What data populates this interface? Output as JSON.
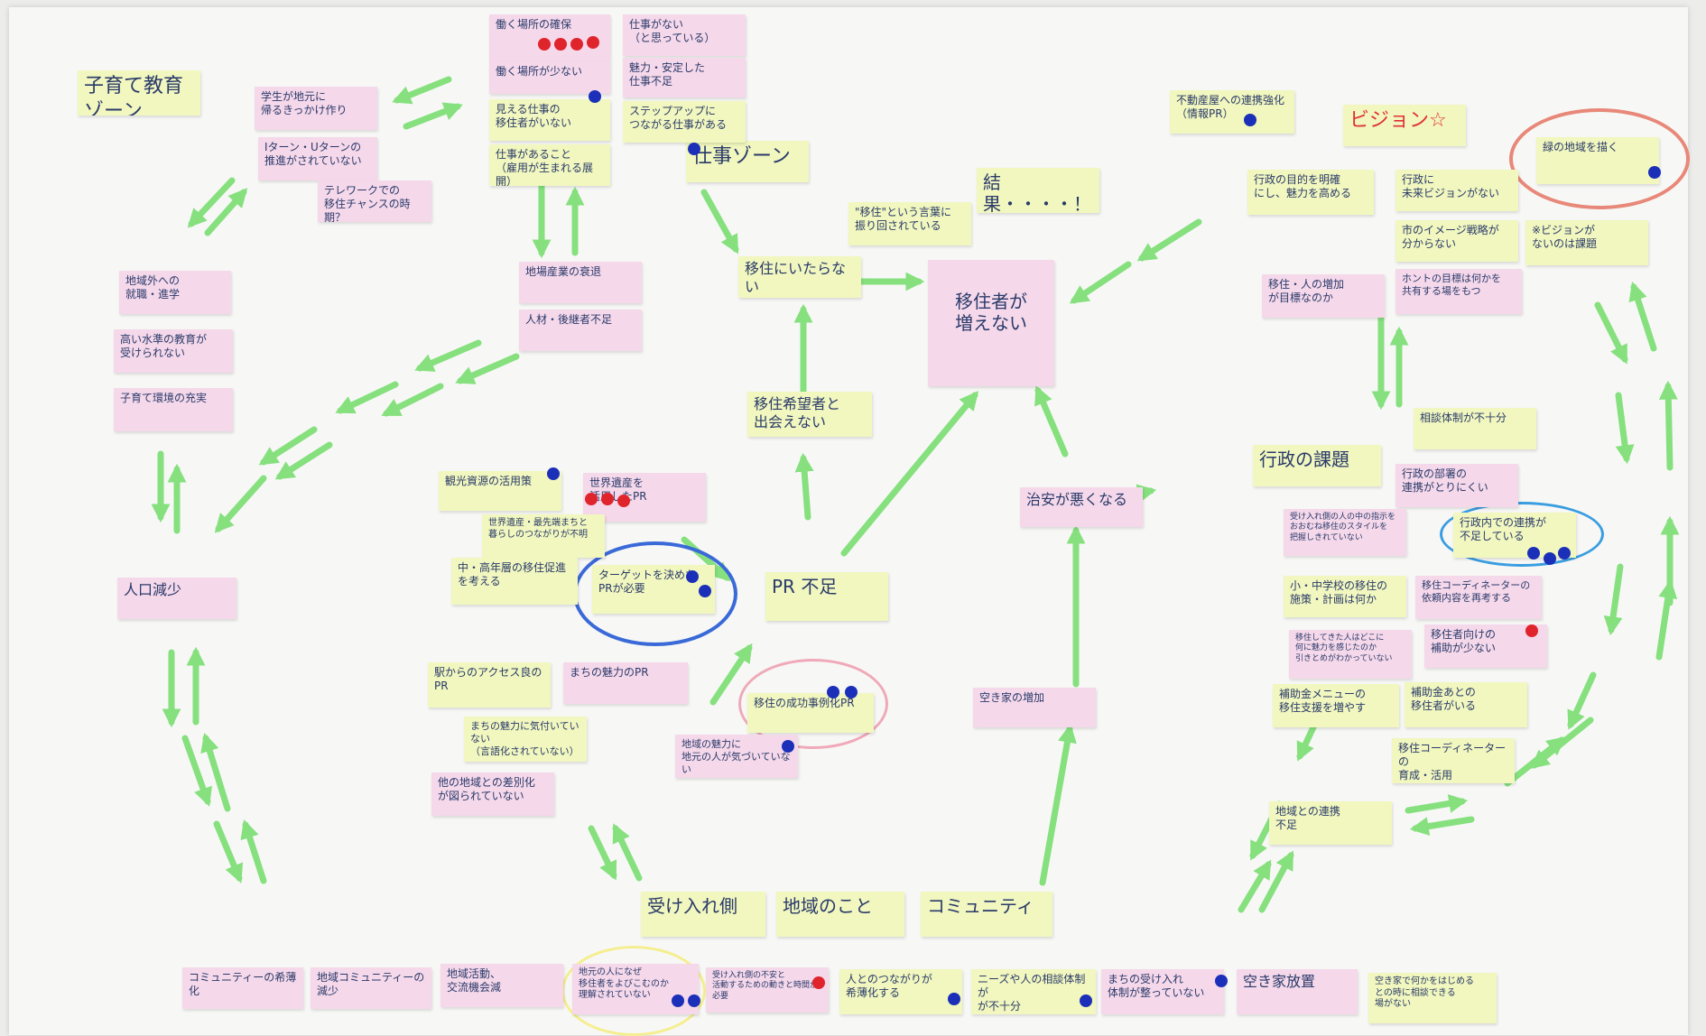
{
  "colors": {
    "yellow_note": "#f1f7be",
    "pink_note": "#f5d8ea",
    "arrow": "#86e07e",
    "dot_blue": "#1b2fb8",
    "dot_red": "#e0242b",
    "text": "#2a3a6a"
  },
  "zones": {
    "kosodate": "子育て教育ゾーン",
    "shigoto": "仕事ゾーン",
    "kekka": "結果・・・・！",
    "vision": "ビジョン☆",
    "gyousei": "行政の課題",
    "ukeire": "受け入れ側",
    "chiiki": "地域のこと",
    "community": "コミュニティ"
  },
  "notes": {
    "center_ijuusha": "移住者が\n増えない",
    "ijuu_itaranai": "移住にいたらない",
    "ijuu_kibou": "移住希望者と\n出会えない",
    "pr_busoku": "PR 不足",
    "chian": "治安が悪くなる",
    "akiya": "空き家の増加",
    "ijuu_seikou": "移住の成功事例化PR",
    "jinkou": "人口減少",
    "shinbashi": "\"移住\"という言葉に\n振り回されている",
    "jiba_suitai": "地場産業の衰退",
    "jinzai": "人材・後継者不足",
    "hataraku_kakuho": "働く場所の確保",
    "hataraku_sukunai": "働く場所が少ない",
    "shigoto_nai": "仕事がない\n（と思っている）",
    "miryoku_antei": "魅力・安定した\n仕事不足",
    "step_up": "ステップアップに\nつながる仕事がある",
    "mieru_shigoto": "見える仕事の\n移住者がいない",
    "koyou": "仕事があること\n（雇用が生まれる展開）",
    "gakusei": "学生が地元に\n帰るきっかけ作り",
    "iturn": "Iターン・Uターンの\n推進がされていない",
    "telework": "テレワークでの\n移住チャンスの時期？",
    "chiikigai": "地域外への\n就職・進学",
    "takai_kyouiku": "高い水準の教育が\n受けられない",
    "kosodate_kankyou": "子育て環境の充実",
    "kankou": "観光資源の活用策",
    "sekai_isan": "世界遺産を\n活用したPR",
    "sekai_isan2": "世界遺産・最先端まちと\n暮らしのつながりが不明",
    "chuukounen": "中・高年層の移住促進\nを考える",
    "target": "ターゲットを決めた\nPRが必要",
    "eki_access": "駅からのアクセス良の\nPR",
    "machi_miryoku_pr": "まちの魅力のPR",
    "machi_miryoku_ki": "まちの魅力に気付いていない\n（言語化されていない）",
    "chiiki_miryoku": "地域の魅力に\n地元の人が気づいていない",
    "sabetsuka": "他の地域との差別化\nが図られていない",
    "fudousan": "不動産屋への連携強化\n（情報PR）",
    "gyousei_mokuteki": "行政の目的を明確\nにし、魅力を高める",
    "gyousei_vision": "行政に\n未来ビジョンがない",
    "shi_image": "市のイメージ戦略が\n分からない",
    "midori_chiiki": "緑の地域を描く",
    "vision_nai": "※ビジョンが\nないのは課題",
    "ijuu_hito_zouka": "移住・人の増加\nが目標なのか",
    "hontou_mokuhyou": "ホントの目標は何かを\n共有する場をもつ",
    "soudan_taisei": "相談体制が不十分",
    "gyousei_bumon": "行政の部署の\n連携がとりにくい",
    "gyousei_nai": "行政内での連携が\n不足している",
    "ukeire_hito": "受け入れ側の人の中の指示を\nおおむね移住のスタイルを\n把握しきれていない",
    "shouchuu": "小・中学校の移住の\n施策・計画は何か",
    "coordinator": "移住コーディネーターの\n依頼内容を再考する",
    "ijuu_hito_kokoro": "移住してきた人はどこに\n何に魅力を感じたのか\n引きとめがわかっていない",
    "ijuusha_hojo": "移住者向けの\n補助が少ない",
    "hojokin_menu": "補助金メニューの\n移住支援を増やす",
    "hojokin_ato": "補助金あとの\n移住者がいる",
    "coordinator2": "移住コーディネーターの\n育成・活用",
    "chiiki_renkei": "地域との連携\n不足",
    "bottom_1": "コミュニティーの希薄化",
    "bottom_2": "地域コミュニティーの減少",
    "bottom_3": "地域活動、\n交流機会減",
    "bottom_4": "地元の人になぜ\n移住者をよびこむのか\n理解されていない",
    "bottom_5": "受け入れ側の不安と\n活動するための動きと時間が必要",
    "bottom_6": "人とのつながりが\n希薄化する",
    "bottom_7": "ニーズや人の相談体制が\nが不十分",
    "bottom_8": "まちの受け入れ\n体制が整っていない",
    "bottom_9": "空き家放置",
    "bottom_10": "空き家で何かをはじめる\nとの時に相談できる\n場がない"
  }
}
